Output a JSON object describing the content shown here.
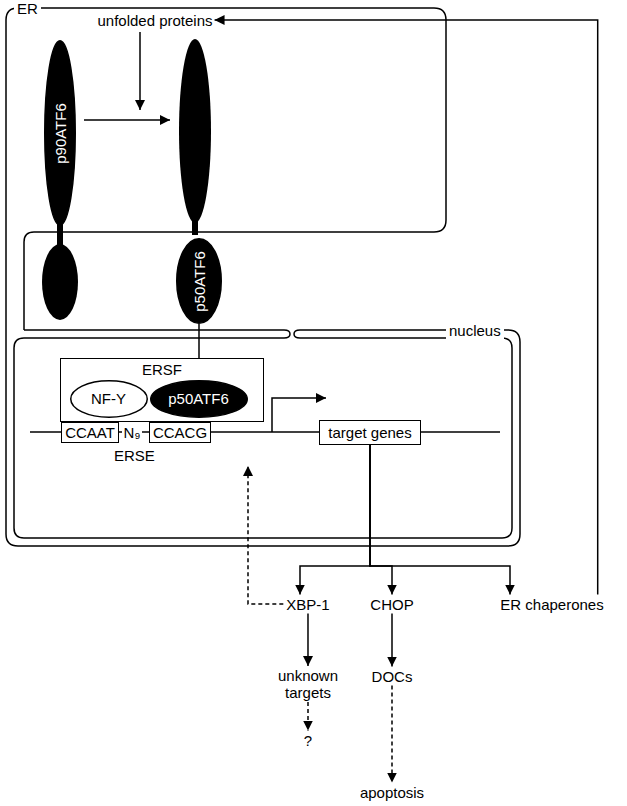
{
  "diagram": {
    "nodes": [
      {
        "text": [
          "ER"
        ]
      },
      {
        "text": [
          "unfolded proteins"
        ],
        "in": 0
      },
      {
        "text": [
          "p90ATF6"
        ],
        "in": 0
      },
      {
        "text": [
          "p50ATF6"
        ]
      },
      {
        "text": [
          "nucleus"
        ]
      },
      {
        "text": [
          "ERSF"
        ],
        "in": 4
      },
      {
        "text": [
          "NF-Y"
        ],
        "in": 5
      },
      {
        "text": [
          "p50ATF6"
        ],
        "in": 5
      },
      {
        "text": [
          "ERSE"
        ],
        "in": 4
      },
      {
        "text": [
          "CCAAT"
        ],
        "in": 8
      },
      {
        "text": [
          "CCACG"
        ],
        "in": 8
      },
      {
        "text": [
          "target genes"
        ],
        "in": 4
      },
      {
        "text": [
          "XBP-1"
        ]
      },
      {
        "text": [
          "CHOP"
        ]
      },
      {
        "text": [
          "ER chaperones"
        ]
      },
      {
        "text": [
          "unknown targets"
        ]
      },
      {
        "text": [
          "?"
        ]
      },
      {
        "text": [
          "DOCs"
        ]
      },
      {
        "text": [
          "apoptosis"
        ]
      }
    ],
    "edges": [
      {
        "from": 3,
        "to": 7,
        "arrow": "to"
      },
      {
        "from": 11,
        "to": 12,
        "arrow": "to"
      },
      {
        "from": 11,
        "to": 13,
        "arrow": "to"
      },
      {
        "from": 11,
        "to": 14,
        "arrow": "to"
      },
      {
        "from": 14,
        "to": 1,
        "arrow": "to"
      },
      {
        "from": 12,
        "to": 8,
        "arrow": "to"
      },
      {
        "from": 12,
        "to": 15,
        "arrow": "to"
      },
      {
        "from": 15,
        "to": 16,
        "arrow": "to"
      },
      {
        "from": 13,
        "to": 17,
        "arrow": "to"
      },
      {
        "from": 17,
        "to": 18,
        "arrow": "to"
      }
    ],
    "labels": [
      "N₉"
    ]
  }
}
